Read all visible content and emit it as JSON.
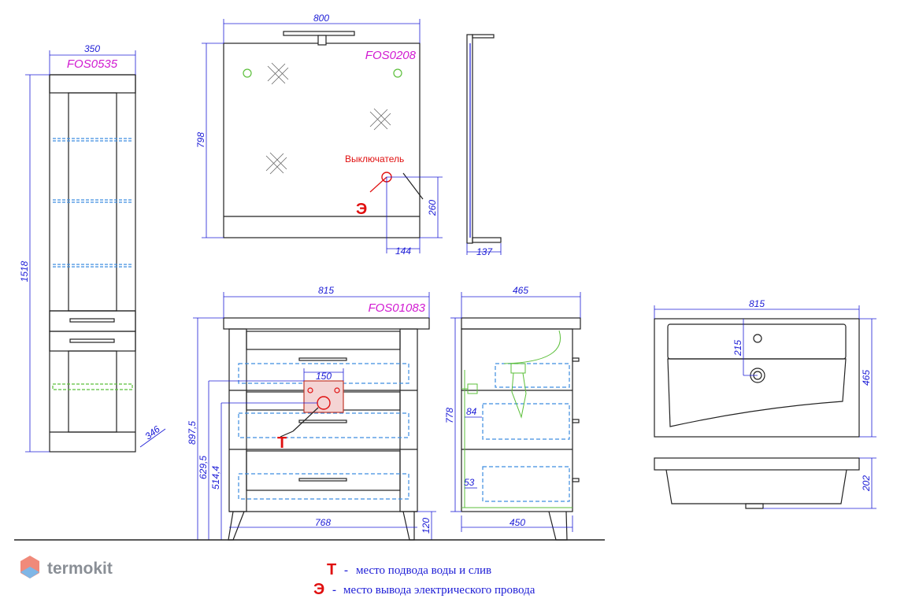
{
  "brand": {
    "name": "termokit"
  },
  "models": {
    "tall_cabinet": "FOS0535",
    "mirror": "FOS0208",
    "vanity": "FOS01083"
  },
  "dimensions": {
    "tall_width": "350",
    "tall_height": "1518",
    "tall_depth": "346",
    "mirror_width": "800",
    "mirror_height": "798",
    "mirror_switch_height": "260",
    "mirror_switch_offset": "144",
    "mirror_depth": "137",
    "vanity_width": "815",
    "vanity_inner_width": "768",
    "vanity_height": "897,5",
    "vanity_pipe_height_1": "629,5",
    "vanity_pipe_height_2": "514,4",
    "vanity_pipe_width": "150",
    "vanity_legs": "120",
    "side_depth": "465",
    "side_body_height": "778",
    "side_depth_bottom": "450",
    "side_dim_84": "84",
    "side_dim_53": "53",
    "sink_width": "815",
    "sink_depth": "465",
    "sink_tap_offset": "215",
    "sink_height": "202"
  },
  "labels": {
    "switch": "Выключатель",
    "mark_t": "Т",
    "mark_e": "Э"
  },
  "legend": [
    {
      "mark": "Т",
      "dash": "-",
      "text": "место подвода воды и слив"
    },
    {
      "mark": "Э",
      "dash": "-",
      "text": "место вывода электрического провода"
    }
  ],
  "colors": {
    "dimension": "#1b1bd6",
    "model": "#d11ad1",
    "marker": "#e01010",
    "outline": "#222222",
    "hidden": "#3d8de0",
    "green": "#5bbf3a"
  }
}
